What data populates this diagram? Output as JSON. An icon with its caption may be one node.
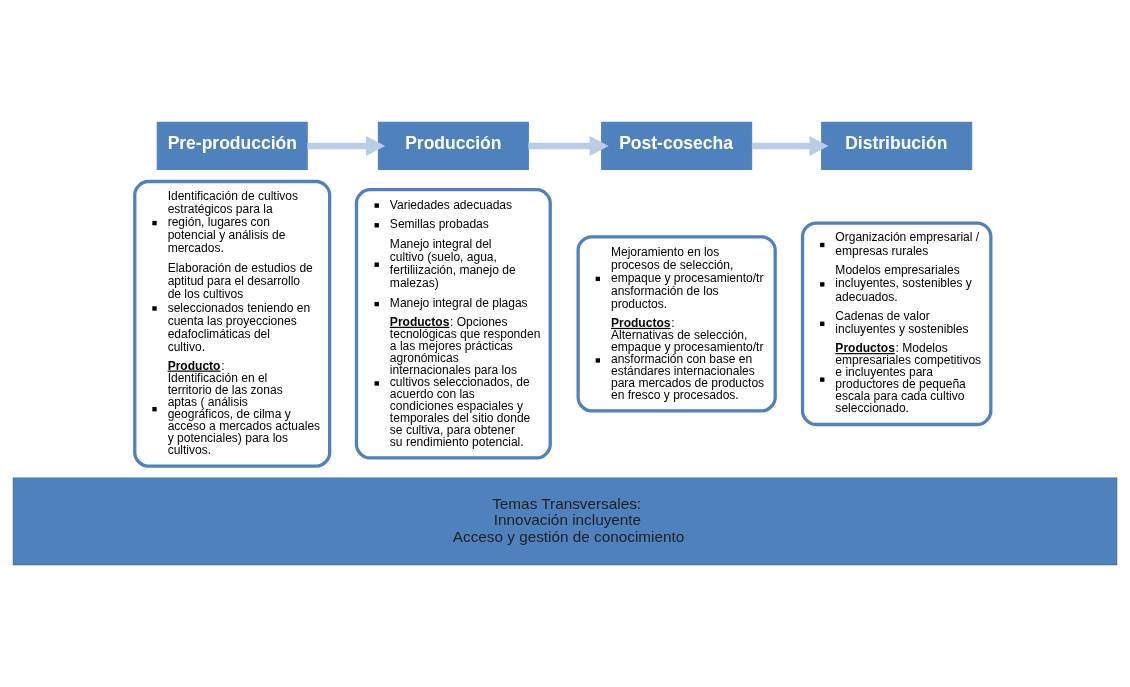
{
  "diagram": {
    "nodes": [
      {
        "text": [
          "Pre-producción"
        ]
      },
      {
        "text": [
          "Identificación de cultivos estratégicos para la región, lugares con potencial y análisis de mercados.",
          "Elaboración de estudios de aptitud para el desarrollo de los cultivos seleccionados teniendo en cuenta las proyecciones edafoclimáticas del cultivo.",
          "**Producto**: Identificación en el territorio de las zonas aptas ( análisis geográficos, de cilma y acceso a mercados actuales y potenciales) para los cultivos."
        ]
      },
      {
        "text": [
          "Producción"
        ]
      },
      {
        "text": [
          "Variedades adecuadas",
          "Semillas probadas",
          "Manejo integral del cultivo (suelo, agua, fertiliización, manejo de malezas)",
          "Manejo integral de plagas",
          "**Productos**: Opciones tecnológicas que responden a las mejores prácticas agronómicas internacionales para los cultivos seleccionados, de acuerdo con las condiciones espaciales y temporales del sitio donde se cultiva, para obtener su rendimiento potencial."
        ]
      },
      {
        "text": [
          "Post-cosecha"
        ]
      },
      {
        "text": [
          "Mejoramiento en los procesos de selección, empaque y procesamiento/transformación de los productos.",
          "**Productos**: Alternativas de selección, empaque y procesamiento/transformación con base en estándares internacionales para mercados de productos en fresco y procesados."
        ]
      },
      {
        "text": [
          "Distribución"
        ]
      },
      {
        "text": [
          "Organización empresarial / empresas rurales",
          "Modelos empresariales incluyentes, sostenibles y adecuados.",
          "Cadenas de valor incluyentes y sostenibles",
          "**Productos**: Modelos empresariales competitivos e incluyentes para productores de pequeña escala para cada cultivo seleccionado."
        ]
      },
      {
        "text": [
          "Temas Transversales:",
          "Innovación incluyente",
          "Acceso y gestión de conocimiento"
        ]
      }
    ],
    "edges": [
      {
        "from": 0,
        "to": 2,
        "arrow": "to"
      },
      {
        "from": 2,
        "to": 4,
        "arrow": "to"
      },
      {
        "from": 4,
        "to": 6,
        "arrow": "to"
      }
    ]
  }
}
